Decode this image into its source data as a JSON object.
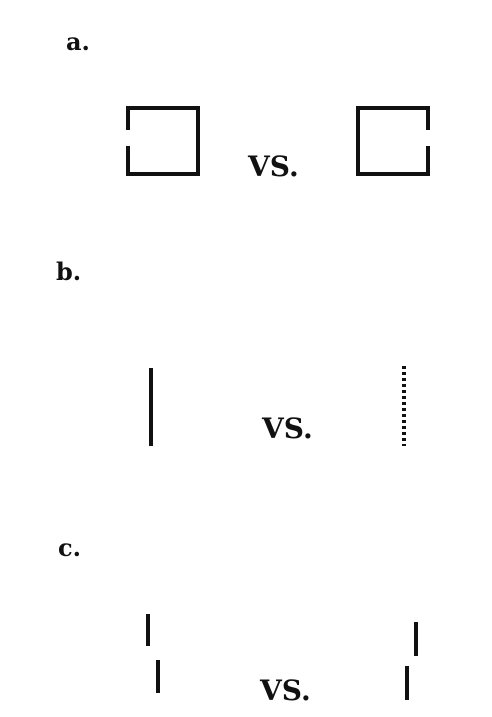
{
  "panels": [
    {
      "label": "a.",
      "vs": "VS."
    },
    {
      "label": "b.",
      "vs": "VS."
    },
    {
      "label": "c.",
      "vs": "VS."
    }
  ]
}
